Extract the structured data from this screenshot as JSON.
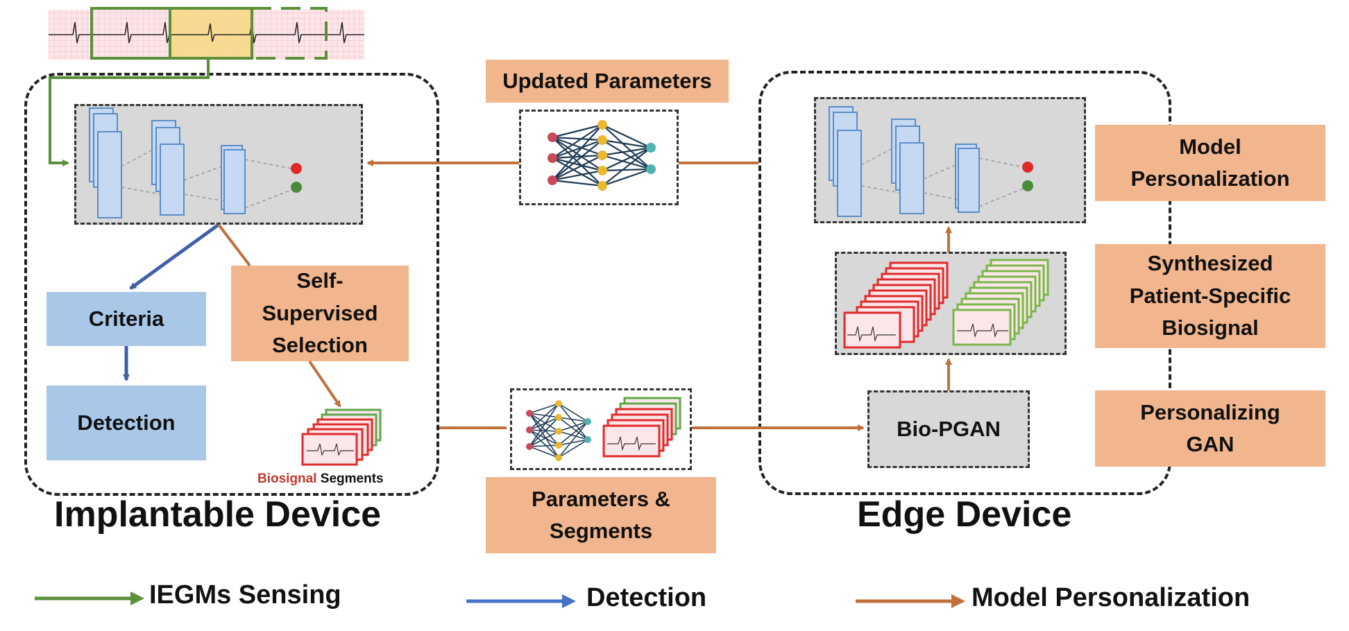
{
  "labels": {
    "updated_parameters": "Updated Parameters",
    "self_supervised_selection": "Self-\nSupervised\nSelection",
    "criteria": "Criteria",
    "detection": "Detection",
    "biosignal_word": "Biosignal",
    "segments_word": "Segments",
    "parameters_segments": "Parameters &\nSegments",
    "bio_pgan": "Bio-PGAN",
    "model_personalization_box": "Model\nPersonalization",
    "synthesized_biosignal": "Synthesized\nPatient-Specific\nBiosignal",
    "personalizing_gan": "Personalizing\nGAN",
    "implantable_device": "Implantable Device",
    "edge_device": "Edge Device"
  },
  "legend": [
    {
      "label": "IEGMs Sensing",
      "color": "#5b8f3a"
    },
    {
      "label": "Detection",
      "color": "#4472c4"
    },
    {
      "label": "Model Personalization",
      "color": "#c0703b"
    }
  ],
  "colors": {
    "sensing_arrow": "#5b8f3a",
    "detection_arrow": "#3f5fa8",
    "personalization_arrow": "#c0703b",
    "label_box": "#f1b68d",
    "detection_box": "#a9c8e8",
    "model_box": "#d8d8d8",
    "output_red": "#e02a2a",
    "output_green": "#4a8a3a",
    "biosignal_red": "#c0392b"
  }
}
